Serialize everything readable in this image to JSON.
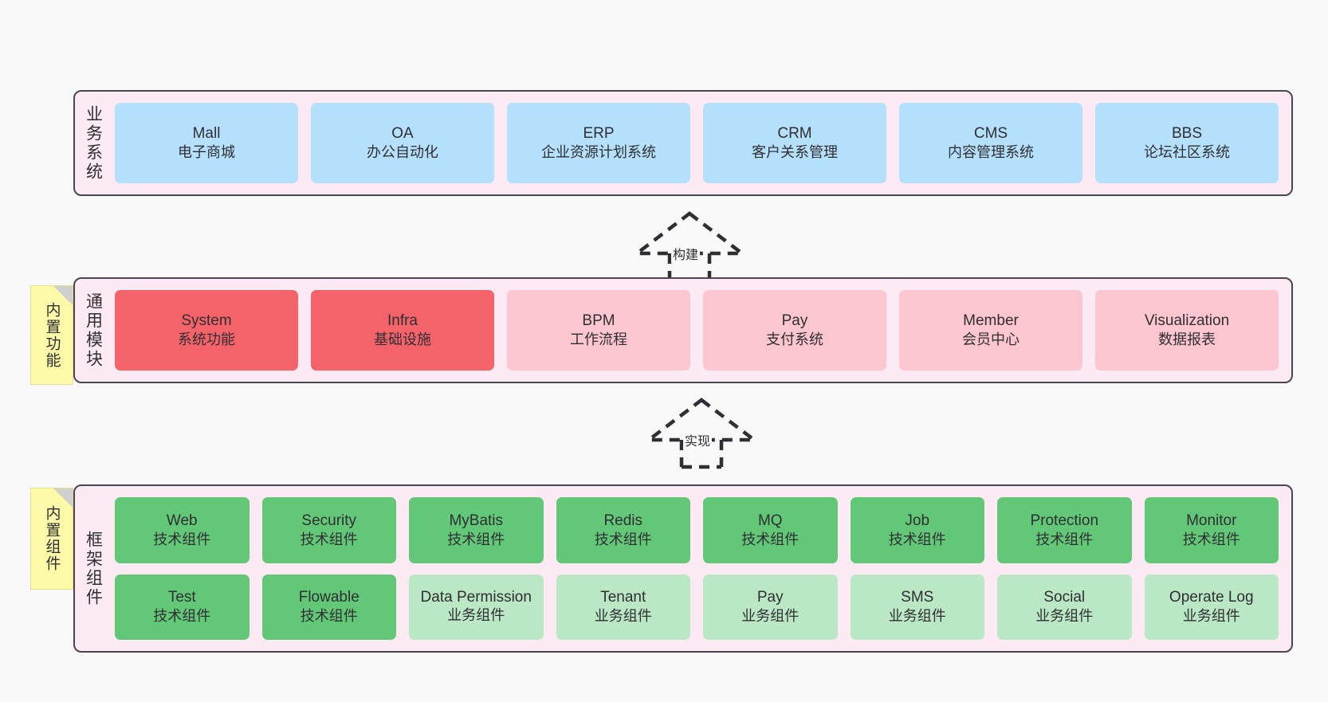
{
  "diagram": {
    "title_present": false,
    "background": "#f8f8f8",
    "colors": {
      "layer_bg": "#fbeaf4",
      "layer_border": "#4a4550",
      "business_card": "#b5e0fb",
      "module_card_strong": "#f4636a",
      "module_card_light": "#fbc6cf",
      "framework_card_tech": "#62c878",
      "framework_card_biz": "#bae7c4",
      "sticky_note": "#fcfaa8",
      "sticky_fold": "#cfcfcf",
      "text": "#2f2f33"
    }
  },
  "layers": [
    {
      "id": "business-system",
      "label": "业务系统",
      "style": "blue",
      "rows": [
        [
          {
            "en": "Mall",
            "cn": "电子商城"
          },
          {
            "en": "OA",
            "cn": "办公自动化"
          },
          {
            "en": "ERP",
            "cn": "企业资源计划系统"
          },
          {
            "en": "CRM",
            "cn": "客户关系管理"
          },
          {
            "en": "CMS",
            "cn": "内容管理系统"
          },
          {
            "en": "BBS",
            "cn": "论坛社区系统"
          }
        ]
      ]
    },
    {
      "id": "common-module",
      "label": "通用模块",
      "sticky": "内置功能",
      "rows": [
        [
          {
            "en": "System",
            "cn": "系统功能",
            "style": "red"
          },
          {
            "en": "Infra",
            "cn": "基础设施",
            "style": "red"
          },
          {
            "en": "BPM",
            "cn": "工作流程",
            "style": "pink"
          },
          {
            "en": "Pay",
            "cn": "支付系统",
            "style": "pink"
          },
          {
            "en": "Member",
            "cn": "会员中心",
            "style": "pink"
          },
          {
            "en": "Visualization",
            "cn": "数据报表",
            "style": "pink"
          }
        ]
      ]
    },
    {
      "id": "framework-component",
      "label": "框架组件",
      "sticky": "内置组件",
      "rows": [
        [
          {
            "en": "Web",
            "cn": "技术组件",
            "style": "green"
          },
          {
            "en": "Security",
            "cn": "技术组件",
            "style": "green"
          },
          {
            "en": "MyBatis",
            "cn": "技术组件",
            "style": "green"
          },
          {
            "en": "Redis",
            "cn": "技术组件",
            "style": "green"
          },
          {
            "en": "MQ",
            "cn": "技术组件",
            "style": "green"
          },
          {
            "en": "Job",
            "cn": "技术组件",
            "style": "green"
          },
          {
            "en": "Protection",
            "cn": "技术组件",
            "style": "green"
          },
          {
            "en": "Monitor",
            "cn": "技术组件",
            "style": "green"
          }
        ],
        [
          {
            "en": "Test",
            "cn": "技术组件",
            "style": "green"
          },
          {
            "en": "Flowable",
            "cn": "技术组件",
            "style": "green"
          },
          {
            "en": "Data Permission",
            "cn": "业务组件",
            "style": "greenlight"
          },
          {
            "en": "Tenant",
            "cn": "业务组件",
            "style": "greenlight"
          },
          {
            "en": "Pay",
            "cn": "业务组件",
            "style": "greenlight"
          },
          {
            "en": "SMS",
            "cn": "业务组件",
            "style": "greenlight"
          },
          {
            "en": "Social",
            "cn": "业务组件",
            "style": "greenlight"
          },
          {
            "en": "Operate Log",
            "cn": "业务组件",
            "style": "greenlight"
          }
        ]
      ]
    }
  ],
  "connectors": [
    {
      "id": "build-arrow",
      "label": "构建",
      "from": "common-module",
      "to": "business-system",
      "style": "dashed-generalization"
    },
    {
      "id": "implement-arrow",
      "label": "实现",
      "from": "framework-component",
      "to": "common-module",
      "style": "dashed-generalization"
    }
  ]
}
